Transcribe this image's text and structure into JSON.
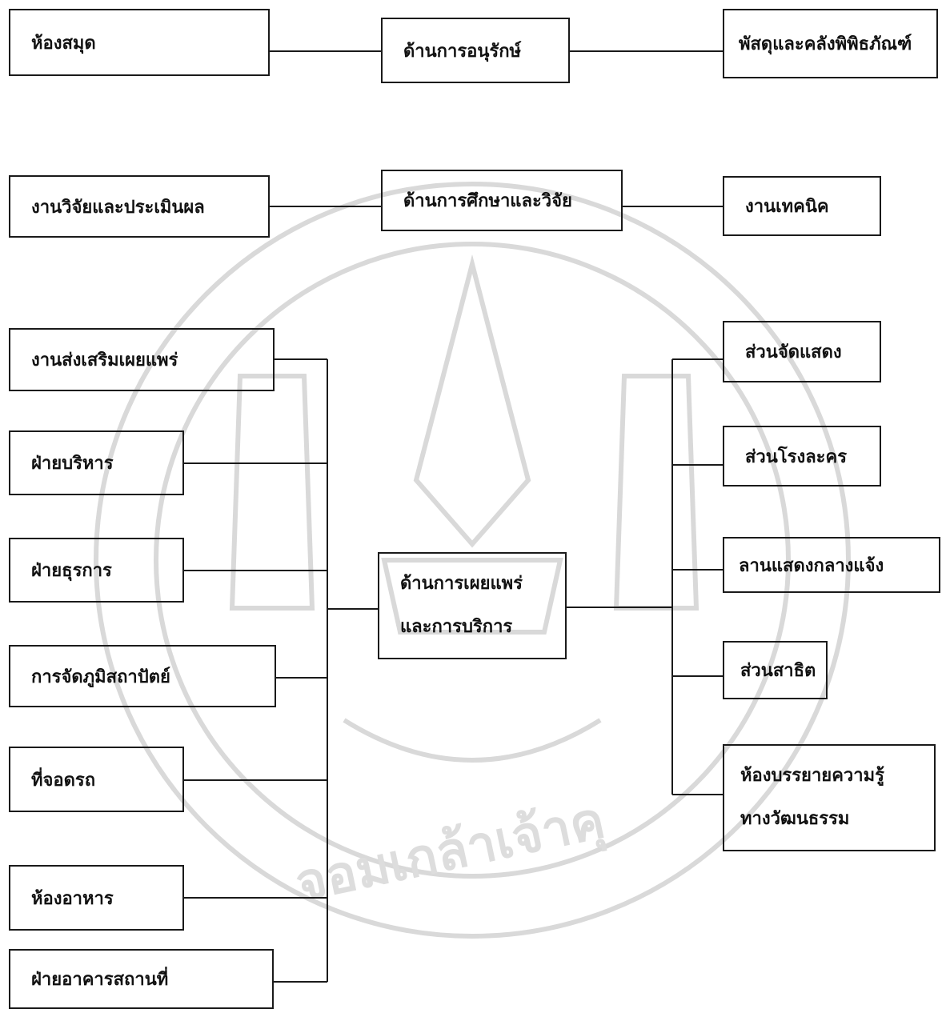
{
  "diagram": {
    "top_row": {
      "left": "ห้องสมุด",
      "center": "ด้านการอนุรักษ์",
      "right": "พัสดุและคลังพิพิธภัณฑ์"
    },
    "middle_row": {
      "left": "งานวิจัยและประเมินผล",
      "center": "ด้านการศึกษาและวิจัย",
      "right": "งานเทคนิค"
    },
    "center_node": {
      "line1": "ด้านการเผยแพร่",
      "line2": "และการบริการ"
    },
    "left_branches": [
      "งานส่งเสริมเผยแพร่",
      "ฝ่ายบริหาร",
      "ฝ่ายธุรการ",
      "การจัดภูมิสถาปัตย์",
      "ที่จอดรถ",
      "ห้องอาหาร",
      "ฝ่ายอาคารสถานที่"
    ],
    "right_branches": [
      "ส่วนจัดแสดง",
      "ส่วนโรงละคร",
      "ลานแสดงกลางแจ้ง",
      "ส่วนสาธิต"
    ],
    "right_last": {
      "line1": "ห้องบรรยายความรู้",
      "line2": "ทางวัฒนธรรม"
    }
  },
  "watermark": {
    "text": "จอมเกล้าเจ้าคุ"
  }
}
